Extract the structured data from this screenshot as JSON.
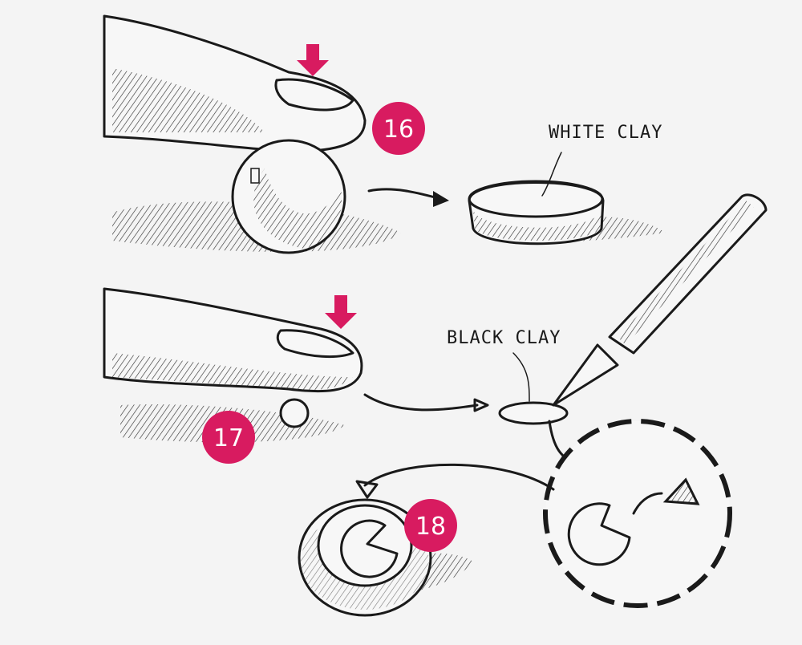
{
  "steps": [
    {
      "number": "16"
    },
    {
      "number": "17"
    },
    {
      "number": "18"
    }
  ],
  "labels": {
    "white_clay": "WHITE CLAY",
    "black_clay": "BLACK CLAY"
  },
  "colors": {
    "accent": "#d81b60",
    "ink": "#1a1a1a",
    "background": "#f4f4f4"
  }
}
